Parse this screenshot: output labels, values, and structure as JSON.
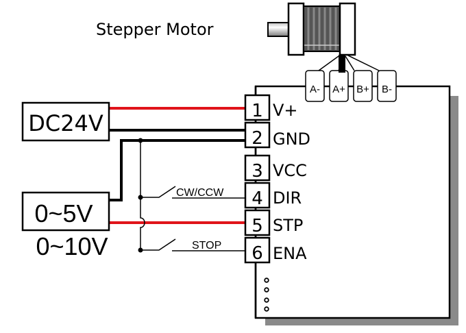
{
  "motor": {
    "label": "Stepper Motor",
    "terminals": [
      "A-",
      "A+",
      "B+",
      "B-"
    ]
  },
  "power_supply": {
    "label": "DC24V"
  },
  "signal_source": {
    "label": "0~5V",
    "alt_label": "0~10V"
  },
  "switches": {
    "direction": "CW/CCW",
    "stop": "STOP"
  },
  "driver_pins": [
    {
      "num": "1",
      "name": "V+"
    },
    {
      "num": "2",
      "name": "GND"
    },
    {
      "num": "3",
      "name": "VCC"
    },
    {
      "num": "4",
      "name": "DIR"
    },
    {
      "num": "5",
      "name": "STP"
    },
    {
      "num": "6",
      "name": "ENA"
    }
  ],
  "colors": {
    "power_wire": "#e0141a",
    "ground_wire": "#000000",
    "shadow": "#8a8a8a"
  }
}
